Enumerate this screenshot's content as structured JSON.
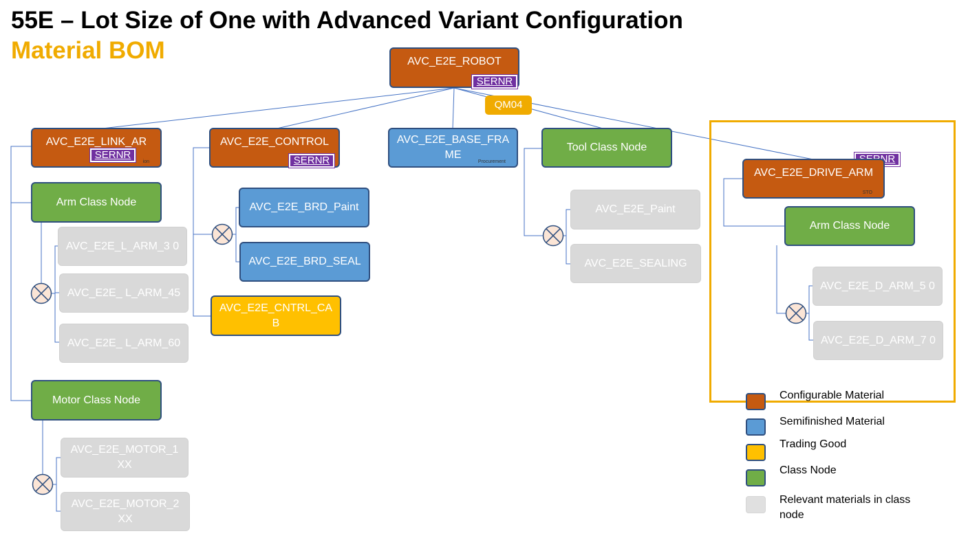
{
  "title": "55E – Lot Size of One with Advanced Variant Configuration",
  "subtitle": "Material BOM",
  "colors": {
    "title": "#000000",
    "subtitle": "#f0ab00",
    "configurable": "#c55a11",
    "semifinished": "#5b9bd5",
    "trading": "#ffc000",
    "class_node": "#70ad47",
    "relevant": "#d9d9d9",
    "sernr": "#7030a0",
    "qm04": "#f0ab00",
    "connector": "#4472c4"
  },
  "nodes": {
    "robot": "AVC_E2E_ROBOT",
    "link_arm": "AVC_E2E_LINK_AR",
    "link_arm_small": "ion",
    "arm_class_left": "Arm Class Node",
    "l_arm_30": "AVC_E2E_L_ARM_3 0",
    "l_arm_45": "AVC_E2E_ L_ARM_45",
    "l_arm_60": "AVC_E2E_ L_ARM_60",
    "motor_class": "Motor Class Node",
    "motor_1xx": "AVC_E2E_MOTOR_1 XX",
    "motor_2xx": "AVC_E2E_MOTOR_2 XX",
    "control": "AVC_E2E_CONTROL",
    "brd_paint": "AVC_E2E_BRD_Paint",
    "brd_seal": "AVC_E2E_BRD_SEAL",
    "cntrl_cab": "AVC_E2E_CNTRL_CA B",
    "base_frame": "AVC_E2E_BASE_FRA ME",
    "base_frame_small": "Procurement",
    "tool_class": "Tool Class Node",
    "paint": "AVC_E2E_Paint",
    "sealing": "AVC_E2E_SEALING",
    "drive_arm": "AVC_E2E_DRIVE_ARM",
    "drive_arm_small": "STO",
    "arm_class_right": "Arm Class Node",
    "d_arm_50": "AVC_E2E_D_ARM_5 0",
    "d_arm_70": "AVC_E2E_D_ARM_7 0"
  },
  "badges": {
    "sernr": "SERNR",
    "qm04": "QM04"
  },
  "legend": {
    "configurable": "Configurable Material",
    "semifinished": "Semifinished Material",
    "trading": "Trading Good",
    "class_node": "Class Node",
    "relevant": "Relevant materials in class node"
  }
}
